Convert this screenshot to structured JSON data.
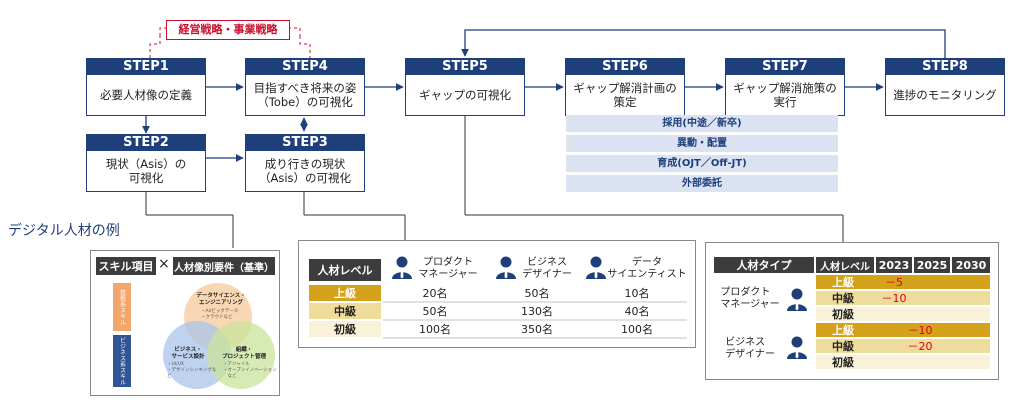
{
  "strategy_label": "経営戦略・事業戦略",
  "steps": [
    {
      "title": "STEP1",
      "body": "必要人材像の定義"
    },
    {
      "title": "STEP4",
      "body": "目指すべき将来の姿\n（Tobe）の可視化"
    },
    {
      "title": "STEP5",
      "body": "ギャップの可視化"
    },
    {
      "title": "STEP6",
      "body": "ギャップ解消計画の\n策定"
    },
    {
      "title": "STEP7",
      "body": "ギャップ解消施策の\n実行"
    },
    {
      "title": "STEP8",
      "body": "進捗のモニタリング"
    },
    {
      "title": "STEP2",
      "body": "現状（Asis）の\n可視化"
    },
    {
      "title": "STEP3",
      "body": "成り行きの現状\n（Asis）の可視化"
    }
  ],
  "measures": [
    "採用(中途／新卒)",
    "異動・配置",
    "育成(OJT／Off-JT)",
    "外部委託"
  ],
  "section_title": "デジタル人材の例",
  "skills": {
    "header_left": "スキル項目",
    "cross": "×",
    "header_right": "人材像別要件（基準）",
    "bar_top": "技術系スキル",
    "bar_bottom": "ビジネス系スキル",
    "circle1_title": "データサイエンス・\nエンジニアリング",
    "circle1_sub": "・AI/ビッグデータ\n・クラウドなど",
    "circle2_title": "ビジネス・\nサービス設計",
    "circle2_sub": "・UI/UX\n・デザインシンキングなど",
    "circle3_title": "組織・\nプロジェクト管理",
    "circle3_sub": "・アジャイル\n・オープンイノベーション\n　など"
  },
  "levels_table": {
    "header": "人材レベル",
    "columns": [
      "プロダクト\nマネージャー",
      "ビジネス\nデザイナー",
      "データ\nサイエンティスト"
    ],
    "rows": [
      {
        "level": "上級",
        "values": [
          "20名",
          "50名",
          "10名"
        ]
      },
      {
        "level": "中級",
        "values": [
          "50名",
          "130名",
          "40名"
        ]
      },
      {
        "level": "初級",
        "values": [
          "100名",
          "350名",
          "100名"
        ]
      }
    ]
  },
  "gap_table": {
    "header_type": "人材タイプ",
    "header_level": "人材レベル",
    "years": [
      "2023",
      "2025",
      "2030"
    ],
    "groups": [
      {
        "type": "プロダクト\nマネージャー",
        "rows": [
          {
            "level": "上級",
            "y2023": "－5"
          },
          {
            "level": "中級",
            "y2023": "－10"
          },
          {
            "level": "初級",
            "y2023": ""
          }
        ]
      },
      {
        "type": "ビジネス\nデザイナー",
        "rows": [
          {
            "level": "上級",
            "y2023": "－10"
          },
          {
            "level": "中級",
            "y2023": "－20"
          },
          {
            "level": "初級",
            "y2023": ""
          }
        ]
      }
    ]
  },
  "colors": {
    "navy": "#1f3f7a",
    "gold": "#d5a21b",
    "red": "#d9001b",
    "light_blue": "#dbe3f3"
  }
}
